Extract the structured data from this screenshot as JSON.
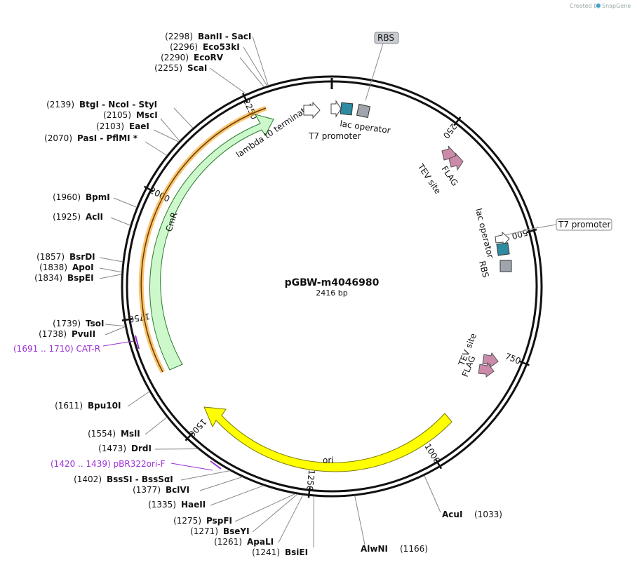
{
  "plasmid": {
    "name": "pGBW-m4046980",
    "length_label": "2416 bp"
  },
  "credit": {
    "prefix": "Created by",
    "brand": "SnapGene"
  },
  "ticks": [
    "250",
    "500",
    "750",
    "1000",
    "1250",
    "1500",
    "1750",
    "2000",
    "2250"
  ],
  "sites_left": [
    {
      "pos": "(2298)",
      "name": "BanII  - SacI"
    },
    {
      "pos": "(2296)",
      "name": "Eco53kI"
    },
    {
      "pos": "(2290)",
      "name": "EcoRV"
    },
    {
      "pos": "(2255)",
      "name": "ScaI"
    },
    {
      "pos": "(2139)",
      "name": "BtgI  - NcoI  - StyI"
    },
    {
      "pos": "(2105)",
      "name": "MscI"
    },
    {
      "pos": "(2103)",
      "name": "EaeI"
    },
    {
      "pos": "(2070)",
      "name": "PasI  - PflMI *"
    },
    {
      "pos": "(1960)",
      "name": "BpmI"
    },
    {
      "pos": "(1925)",
      "name": "AclI"
    },
    {
      "pos": "(1857)",
      "name": "BsrDI"
    },
    {
      "pos": "(1838)",
      "name": "ApoI"
    },
    {
      "pos": "(1834)",
      "name": "BspEI"
    },
    {
      "pos": "(1739)",
      "name": "TsoI"
    },
    {
      "pos": "(1738)",
      "name": "PvuII"
    },
    {
      "pos": "(1611)",
      "name": "Bpu10I"
    },
    {
      "pos": "(1554)",
      "name": "MslI"
    },
    {
      "pos": "(1473)",
      "name": "DrdI"
    },
    {
      "pos": "(1402)",
      "name": "BssSI  - BssSαI"
    },
    {
      "pos": "(1377)",
      "name": "BclVI"
    },
    {
      "pos": "(1335)",
      "name": "HaeII"
    },
    {
      "pos": "(1275)",
      "name": "PspFI"
    },
    {
      "pos": "(1271)",
      "name": "BseYI"
    },
    {
      "pos": "(1261)",
      "name": "ApaLI"
    },
    {
      "pos": "(1241)",
      "name": "BsiEI"
    }
  ],
  "sites_right": [
    {
      "pos": "(1033)",
      "name": "AcuI"
    },
    {
      "pos": "(1166)",
      "name": "AlwNI"
    }
  ],
  "primers": [
    {
      "label": "(1691 .. 1710)  CAT-R"
    },
    {
      "label": "(1420 .. 1439)  pBR322ori-F"
    }
  ],
  "features": {
    "rbs_box": "RBS",
    "t7_box": "T7 promoter",
    "lac_operator_top": "lac operator",
    "t7_promoter_top": "T7 promoter",
    "lambda_t0": "lambda t0 terminator",
    "tev_site_1": "TEV site",
    "flag_1": "FLAG",
    "lac_operator_right": "lac operator",
    "rbs_right": "RBS",
    "tev_site_2": "TEV site",
    "flag_2": "FLAG",
    "cmr": "CmR",
    "ori": "ori"
  },
  "colors": {
    "cmr_fill": "#ccf8cc",
    "ori_fill": "#ffff00",
    "lac_operator": "#2e8ba2",
    "rbs": "#a0a4ac",
    "tag": "#cc8aaa",
    "primer": "#9b30d6",
    "highlight": "#f5a623"
  }
}
